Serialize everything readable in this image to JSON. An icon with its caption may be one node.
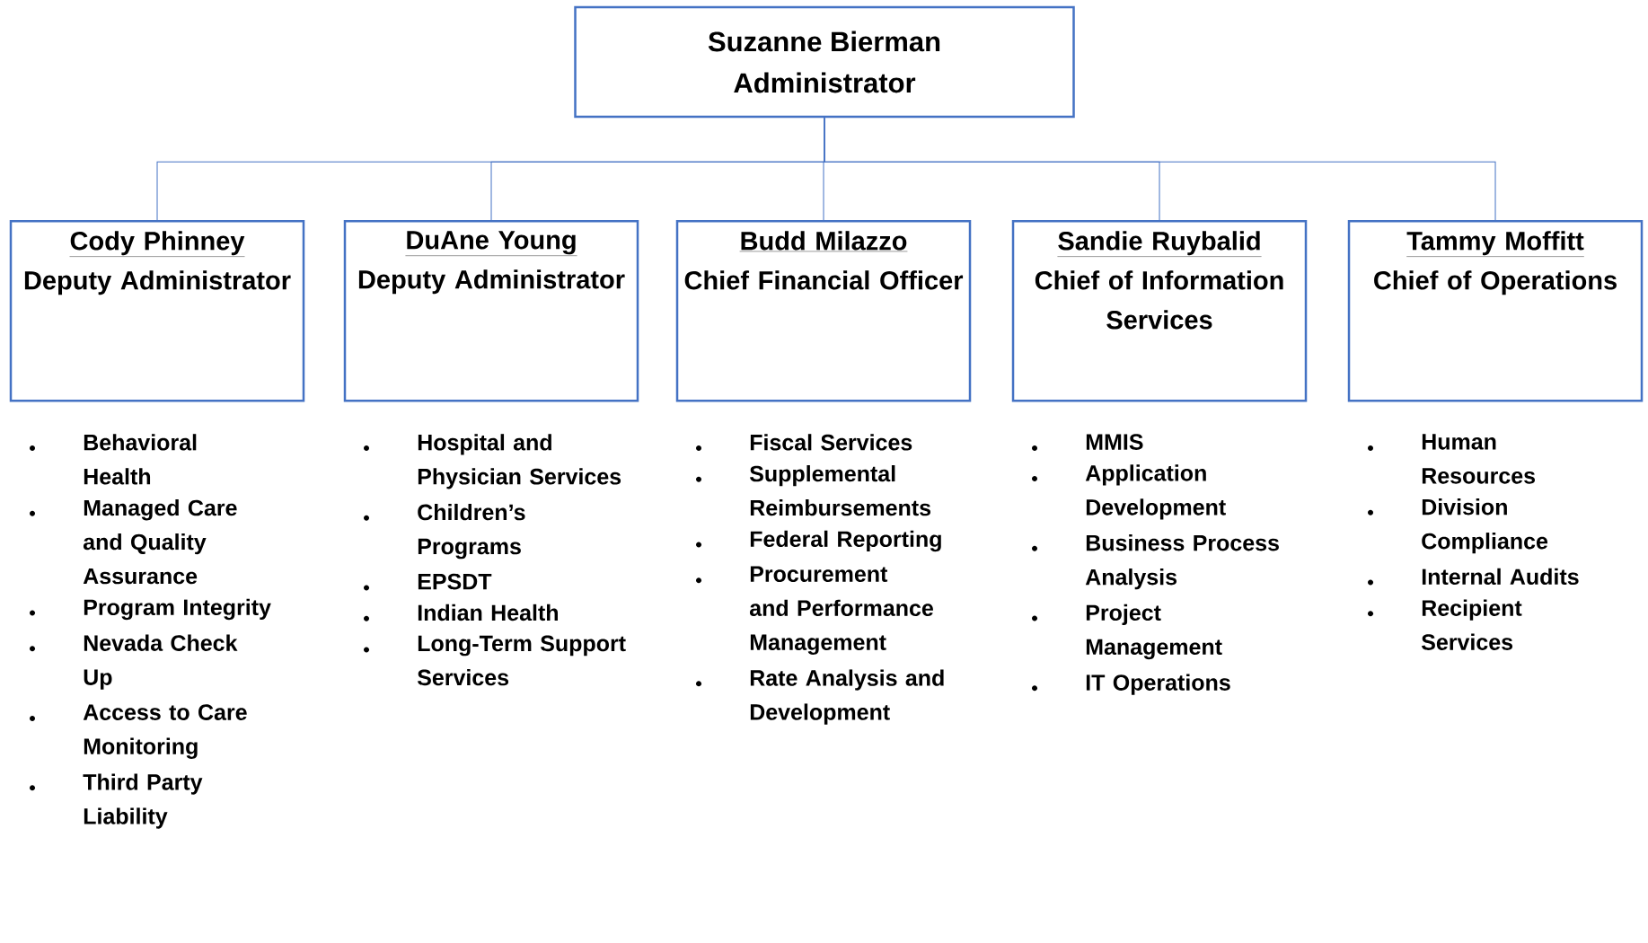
{
  "diagram": {
    "nodes": [
      {
        "text": [
          "Suzanne Bierman",
          "Administrator"
        ]
      },
      {
        "text": [
          "Cody Phinney",
          "Deputy Administrator"
        ],
        "beside": [
          "Behavioral Health",
          "Managed Care and Quality Assurance",
          "Program Integrity",
          "Nevada Check Up",
          "Access to Care Monitoring",
          "Third Party Liability"
        ]
      },
      {
        "text": [
          "DuAne Young",
          "Deputy Administrator"
        ],
        "beside": [
          "Hospital and Physician Services",
          "Children’s Programs",
          "EPSDT",
          "Indian Health",
          "Long-Term Support Services"
        ]
      },
      {
        "text": [
          "Budd Milazzo",
          "Chief Financial Officer"
        ],
        "beside": [
          "Fiscal Services",
          "Supplemental Reimbursements",
          "Federal Reporting",
          "Procurement and Performance Management",
          "Rate Analysis and Development"
        ]
      },
      {
        "text": [
          "Sandie Ruybalid",
          "Chief of Information Services"
        ],
        "beside": [
          "MMIS",
          "Application Development",
          "Business Process Analysis",
          "Project Management",
          "IT Operations"
        ]
      },
      {
        "text": [
          "Tammy Moffitt",
          "Chief of Operations"
        ],
        "beside": [
          "Human Resources",
          "Division Compliance",
          "Internal Audits",
          "Recipient Services"
        ]
      }
    ],
    "edges": [
      {
        "from": 0,
        "to": 1,
        "arrow": "none"
      },
      {
        "from": 0,
        "to": 2,
        "arrow": "none"
      },
      {
        "from": 0,
        "to": 3,
        "arrow": "none"
      },
      {
        "from": 0,
        "to": 4,
        "arrow": "none"
      },
      {
        "from": 0,
        "to": 5,
        "arrow": "none"
      }
    ]
  }
}
